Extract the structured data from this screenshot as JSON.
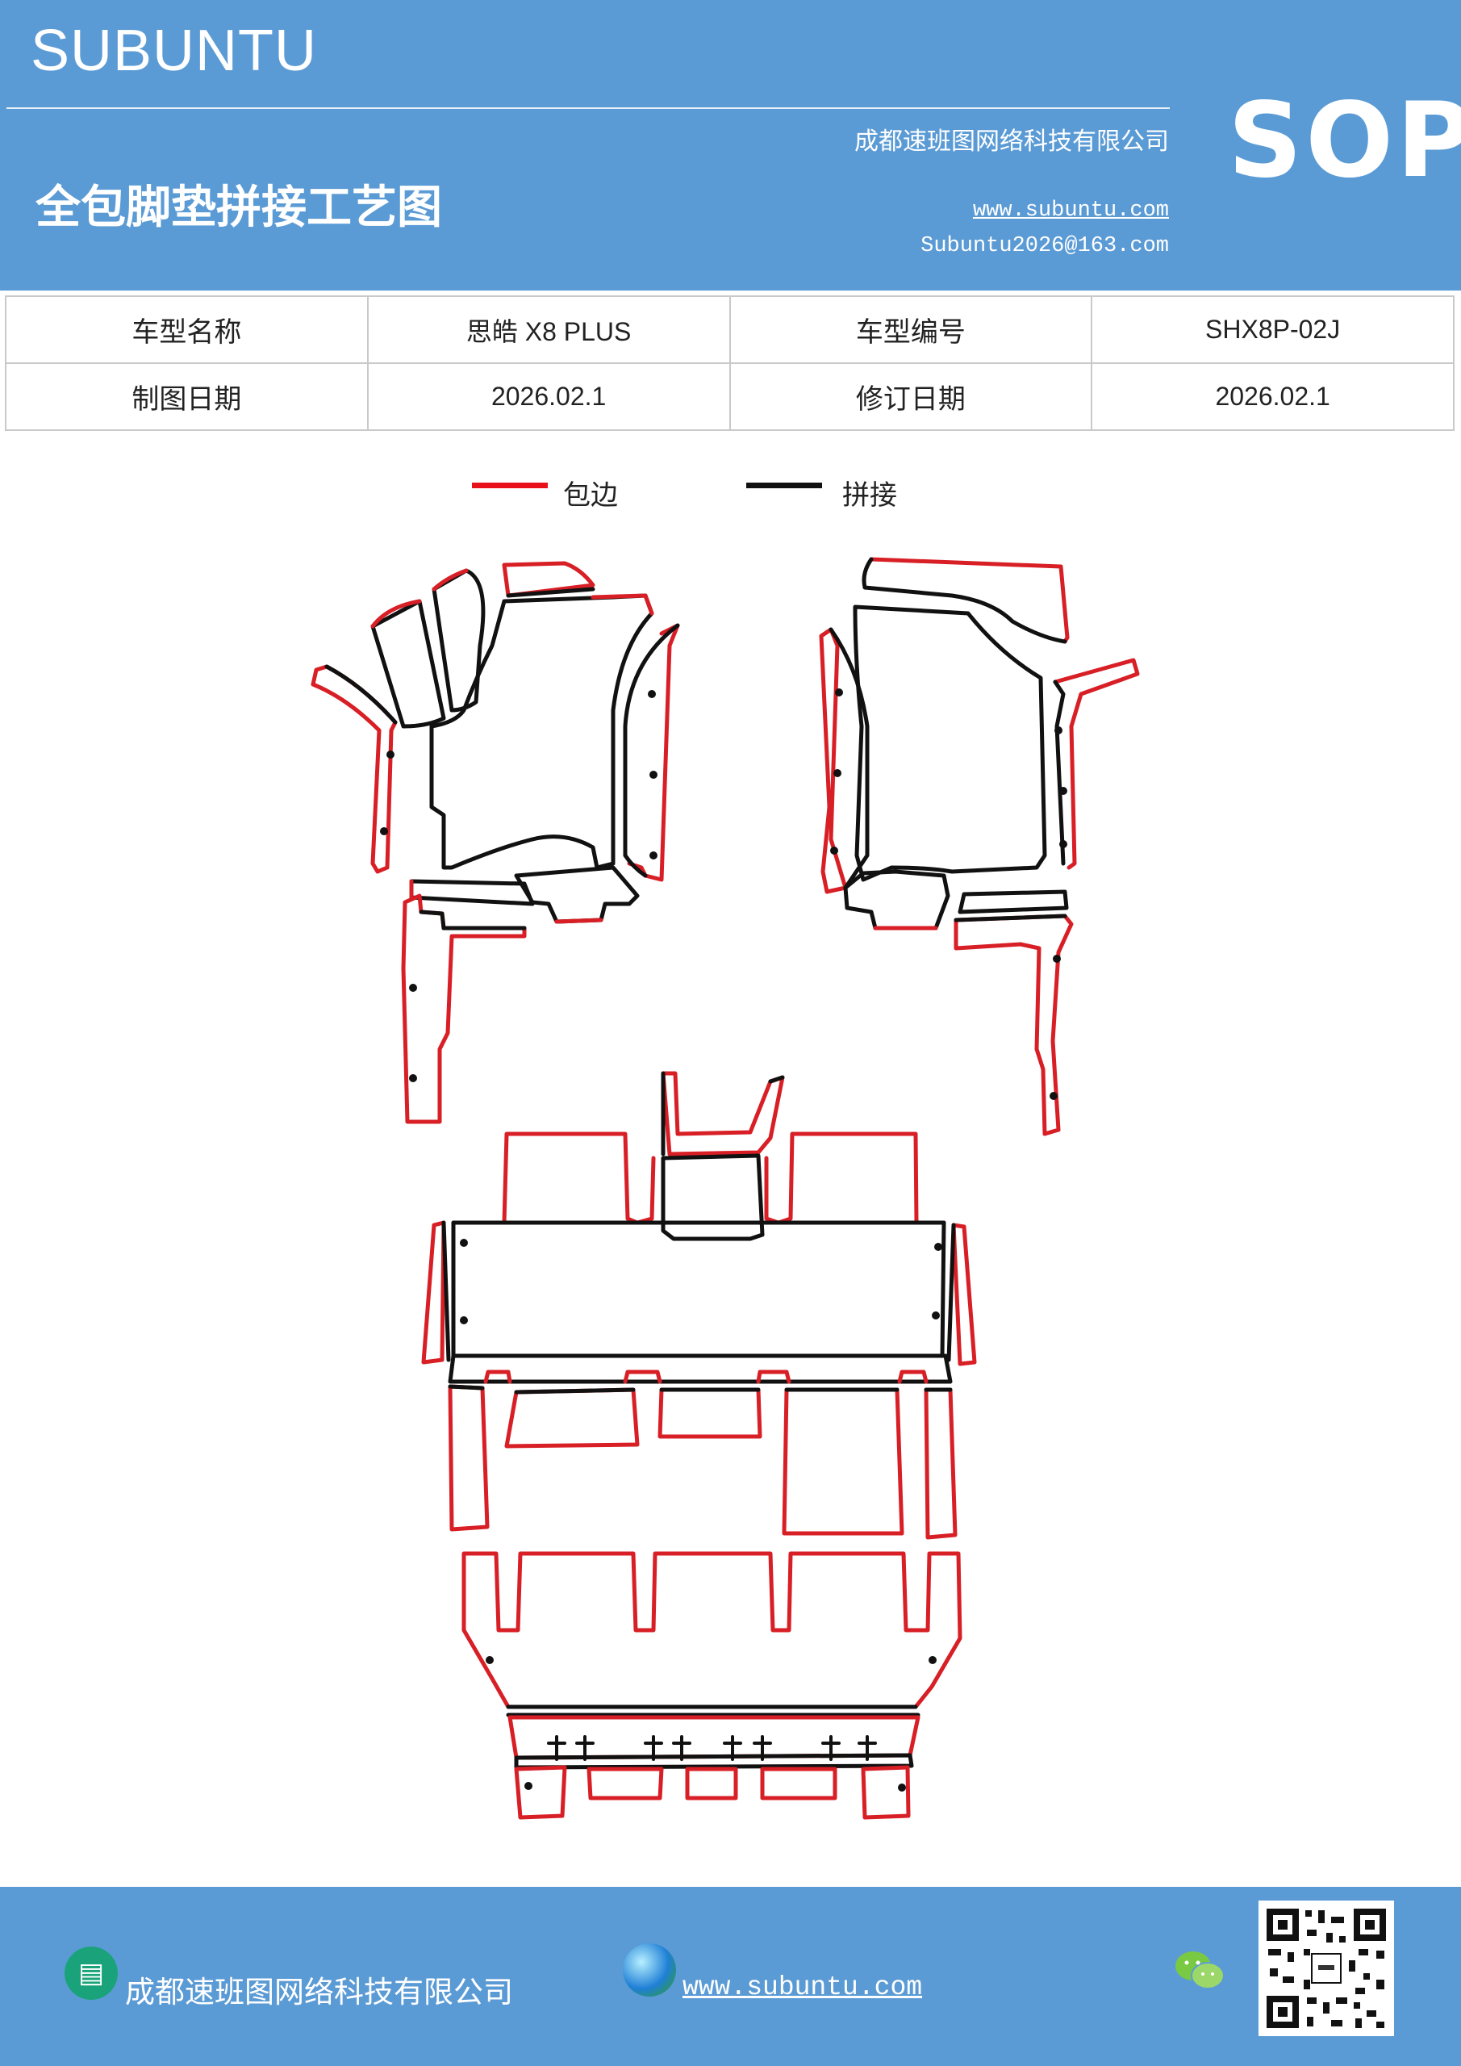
{
  "header": {
    "brand": "SUBUNTU",
    "title": "全包脚垫拼接工艺图",
    "company": "成都速班图网络科技有限公司",
    "website": "www.subuntu.com",
    "email": "Subuntu2026@163.com",
    "badge": "SOP"
  },
  "info_table": {
    "row1": {
      "label1": "车型名称",
      "value1": "思皓 X8  PLUS",
      "label2": "车型编号",
      "value2": "SHX8P-02J"
    },
    "row2": {
      "label1": "制图日期",
      "value1": "2026.02.1",
      "label2": "修订日期",
      "value2": "2026.02.1"
    }
  },
  "legend": {
    "red_label": "包边",
    "black_label": "拼接"
  },
  "colors": {
    "header_bg": "#5b9bd5",
    "edge_red": "#d81f26",
    "seam_black": "#111111"
  },
  "footer": {
    "company": "成都速班图网络科技有限公司",
    "website": "www.subuntu.com",
    "icons": [
      "building-icon",
      "globe-icon",
      "wechat-icon",
      "qr-code"
    ]
  }
}
